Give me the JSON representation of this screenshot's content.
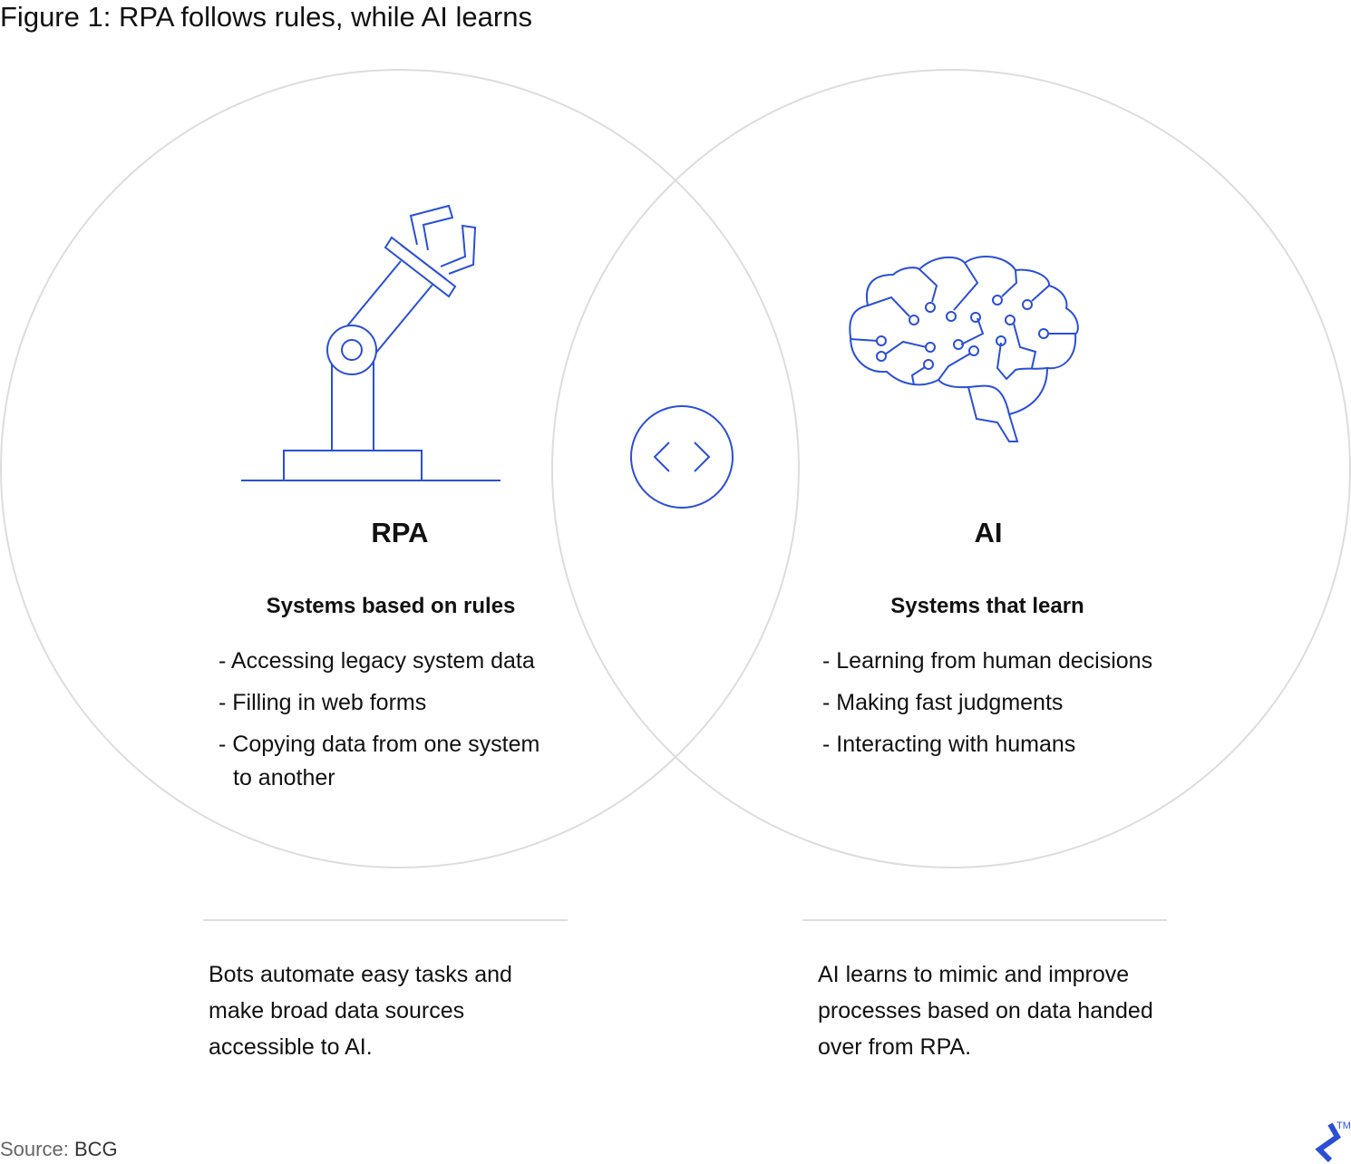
{
  "title": "Figure 1: RPA follows rules, while AI learns",
  "colors": {
    "accent": "#2a4fd6",
    "circle": "#dddddd"
  },
  "rpa": {
    "heading": "RPA",
    "subtitle": "Systems based on rules",
    "items": [
      "- Accessing legacy system data",
      "- Filling in web forms",
      "- Copying data from one system"
    ],
    "item_continuation": "to another",
    "note": "Bots automate easy tasks and make broad data sources accessible to AI."
  },
  "ai": {
    "heading": "AI",
    "subtitle": "Systems that learn",
    "items": [
      "- Learning from human decisions",
      "- Making fast judgments",
      "- Interacting with humans"
    ],
    "note": "AI learns to mimic and improve processes based on data handed over from RPA."
  },
  "source": {
    "label": "Source:",
    "value": "BCG"
  },
  "logo": {
    "tm": "TM"
  }
}
